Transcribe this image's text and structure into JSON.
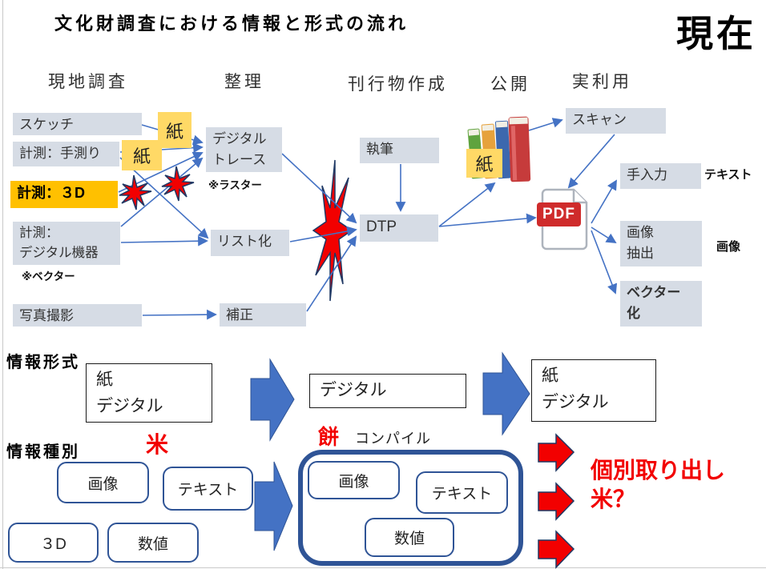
{
  "slide": {
    "title": "文化財調査における情報と形式の流れ",
    "era_label": "現在"
  },
  "stages": {
    "field": "現地調査",
    "organize": "整理",
    "publication": "刊行物作成",
    "release": "公開",
    "use": "実利用"
  },
  "nodes": {
    "sketch": "スケッチ",
    "measure_hand": "計測：手測り",
    "measure_3d": "計測：３D",
    "measure_digital": "計測：\nデジタル機器",
    "vector_note": "※ベクター",
    "photo": "写真撮影",
    "digital_trace": "デジタル\nトレース",
    "raster_note": "※ラスター",
    "listing": "リスト化",
    "correction": "補正",
    "writing": "執筆",
    "dtp": "DTP",
    "scan": "スキャン",
    "manual_input": "手入力",
    "manual_output": "テキスト",
    "image_extract": "画像\n抽出",
    "image_output": "画像",
    "vectorize": "ベクター\n化"
  },
  "tags": {
    "paper": "紙",
    "pdf": "PDF"
  },
  "info_format": {
    "label": "情報形式",
    "box_left": "紙\nデジタル",
    "box_middle": "デジタル",
    "box_right": "紙\nデジタル"
  },
  "info_type": {
    "label": "情報種別",
    "rice": "米",
    "mochi": "餅",
    "compile": "コンパイル",
    "items": {
      "image": "画像",
      "text": "テキスト",
      "threed": "３D",
      "value": "数値"
    },
    "bundle": {
      "image": "画像",
      "text": "テキスト",
      "value": "数値"
    },
    "extract_note": "個別取り出し\n米？"
  },
  "colors": {
    "accent_blue": "#4472C4",
    "navy": "#2F5496",
    "box_fill": "#D6DCE5",
    "highlight_yellow": "#FFD966",
    "highlight_orange": "#FFC000",
    "alert_red": "#F20000",
    "pdf_red": "#CF2B2B"
  }
}
